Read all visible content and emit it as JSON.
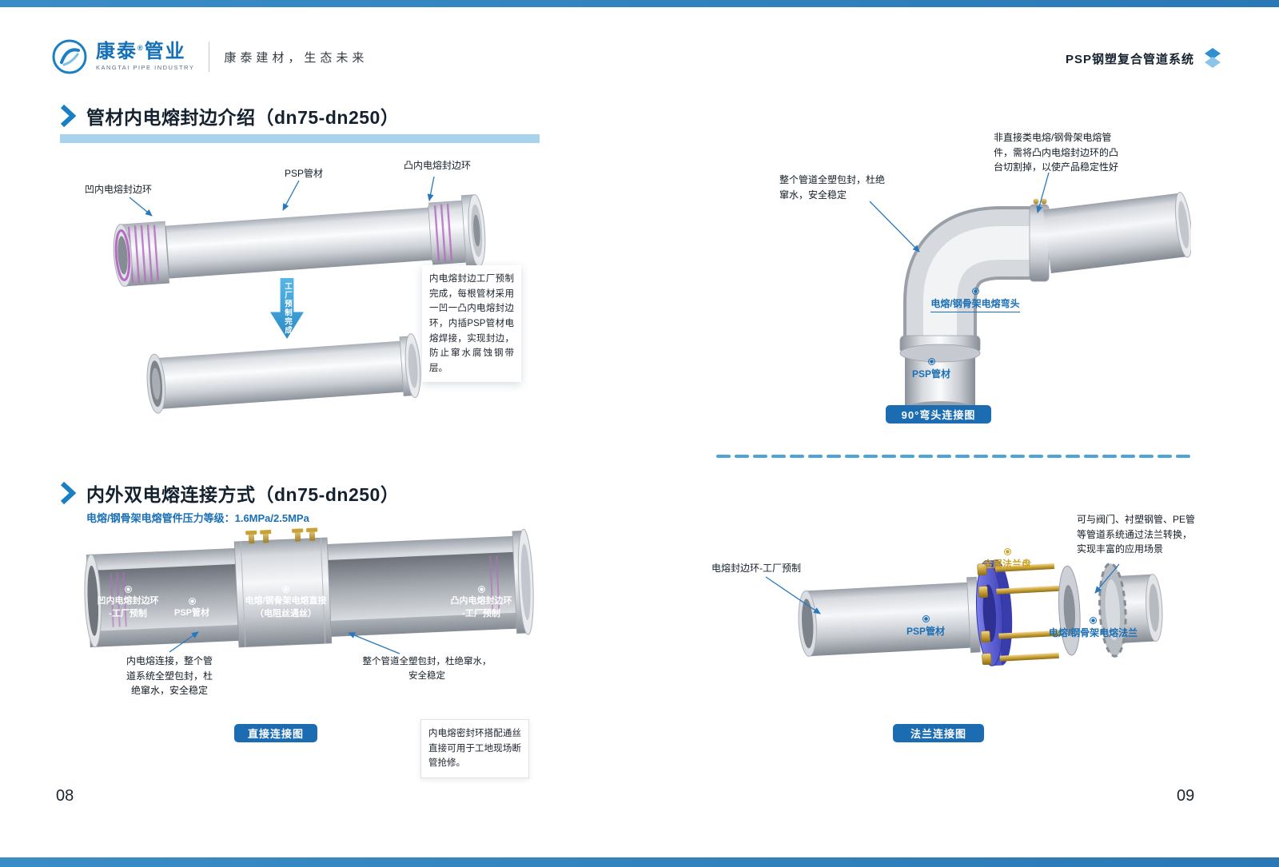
{
  "colors": {
    "accent_blue": "#1b75bb",
    "light_blue_bar": "#a9d3ed",
    "badge_blue": "#1c6cb2",
    "flange_blue": "#5156cf",
    "gold": "#c9a227",
    "purple_seal_ring": "#b76cc4"
  },
  "header": {
    "logo_name_1": "康泰",
    "logo_reg": "®",
    "logo_name_2": "管业",
    "logo_sub": "KANGTAI PIPE INDUSTRY",
    "tagline": "康泰建材，生态未来",
    "right_title": "PSP钢塑复合管道系统"
  },
  "left_page": {
    "page_number": "08",
    "section1": {
      "title": "管材内电熔封边介绍（dn75-dn250）",
      "label_concave_ring": "凹内电熔封边环",
      "label_pipe": "PSP管材",
      "label_convex_ring": "凸内电熔封边环",
      "arrow_text": "工厂预制完成",
      "note": "内电熔封边工厂预制完成，每根管材采用一凹一凸内电熔封边环，内插PSP管材电熔焊接，实现封边，防止窜水腐蚀钢带层。"
    },
    "section2": {
      "title": "内外双电熔连接方式（dn75-dn250）",
      "pressure_note": "电熔/钢骨架电熔管件压力等级：1.6MPa/2.5MPa",
      "label_concave_ring": "凹内电熔封边环\n-工厂预制",
      "label_pipe": "PSP管材",
      "label_fitting": "电熔/钢骨架电熔直接\n（电阻丝通丝）",
      "label_convex_ring": "凸内电熔封边环\n-工厂预制",
      "callout_left": "内电熔连接，整个管\n道系统全塑包封，杜\n绝窜水，安全稳定",
      "callout_right": "整个管道全塑包封，杜绝窜水，\n安全稳定",
      "badge": "直接连接图",
      "note": "内电熔密封环搭配通丝直接可用于工地现场断管抢修。"
    }
  },
  "right_page": {
    "page_number": "09",
    "elbow_section": {
      "callout_left": "整个管道全塑包封，杜绝\n窜水，安全稳定",
      "callout_right": "非直接类电熔/钢骨架电熔管\n件，需将凸内电熔封边环的凸\n台切割掉，以使产品稳定性好",
      "label_elbow": "电熔/钢骨架电熔弯头",
      "label_pipe": "PSP管材",
      "badge": "90°弯头连接图"
    },
    "flange_section": {
      "callout": "可与阀门、衬塑钢管、PE管\n等管道系统通过法兰转换，\n实现丰富的应用场景",
      "label_seal_ring": "电熔封边环-工厂预制",
      "label_metal_flange": "金属法兰盘",
      "label_pipe": "PSP管材",
      "label_ef_flange": "电熔/钢骨架电熔法兰",
      "badge": "法兰连接图"
    }
  }
}
